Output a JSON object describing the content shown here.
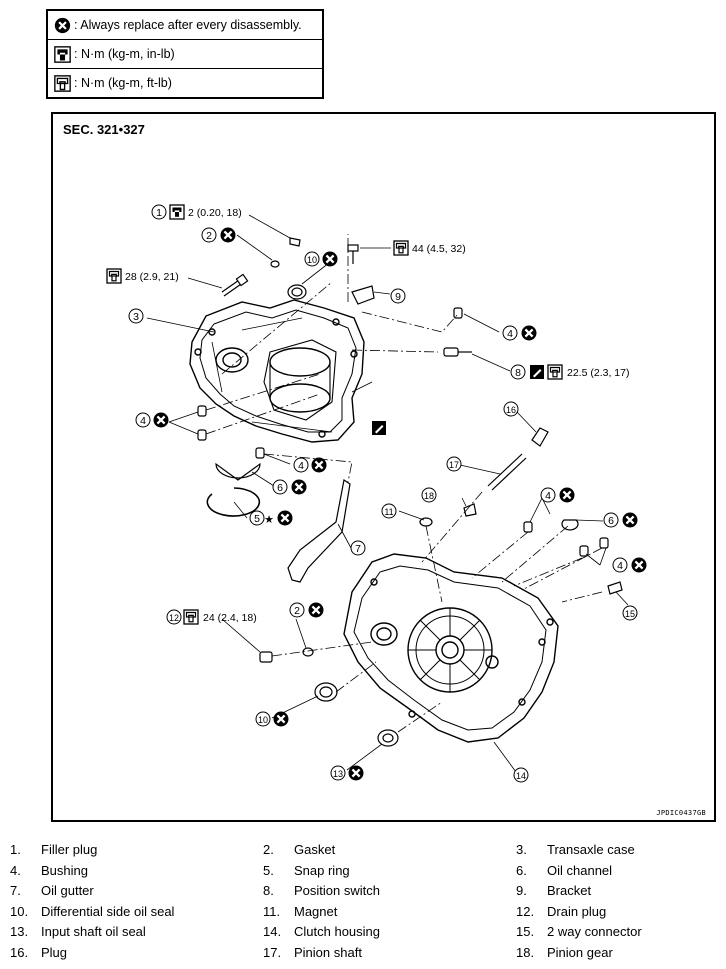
{
  "legend": [
    {
      "icon": "x-circle-icon",
      "text": ": Always replace after every disassembly."
    },
    {
      "icon": "torque-in-lb-icon",
      "text": ": N·m (kg-m, in-lb)"
    },
    {
      "icon": "torque-ft-lb-icon",
      "text": ": N·m (kg-m, ft-lb)"
    }
  ],
  "diagram": {
    "section": "SEC. 321•327",
    "code": "JPDIC0437GB",
    "callouts": {
      "c1": "1",
      "c2a": "2",
      "c2b": "2",
      "c3": "3",
      "c4a": "4",
      "c4b": "4",
      "c4c": "4",
      "c4d": "4",
      "c4e": "4",
      "c5": "5",
      "c6a": "6",
      "c6b": "6",
      "c7": "7",
      "c8": "8",
      "c9": "9",
      "c10a": "10",
      "c10b": "10",
      "c11": "11",
      "c12": "12",
      "c13": "13",
      "c14": "14",
      "c15": "15",
      "c16": "16",
      "c17": "17",
      "c18": "18"
    },
    "torques": {
      "t1": "2 (0.20, 18)",
      "t44": "44 (4.5, 32)",
      "t28": "28 (2.9, 21)",
      "t8": "22.5 (2.3, 17)",
      "t12": "24 (2.4, 18)"
    },
    "star": "★"
  },
  "parts": [
    {
      "num": "1.",
      "name": "Filler plug"
    },
    {
      "num": "2.",
      "name": "Gasket"
    },
    {
      "num": "3.",
      "name": "Transaxle case"
    },
    {
      "num": "4.",
      "name": "Bushing"
    },
    {
      "num": "5.",
      "name": "Snap ring"
    },
    {
      "num": "6.",
      "name": "Oil channel"
    },
    {
      "num": "7.",
      "name": "Oil gutter"
    },
    {
      "num": "8.",
      "name": "Position switch"
    },
    {
      "num": "9.",
      "name": "Bracket"
    },
    {
      "num": "10.",
      "name": "Differential side oil seal"
    },
    {
      "num": "11.",
      "name": "Magnet"
    },
    {
      "num": "12.",
      "name": "Drain plug"
    },
    {
      "num": "13.",
      "name": "Input shaft oil seal"
    },
    {
      "num": "14.",
      "name": "Clutch housing"
    },
    {
      "num": "15.",
      "name": "2 way connector"
    },
    {
      "num": "16.",
      "name": "Plug"
    },
    {
      "num": "17.",
      "name": "Pinion shaft"
    },
    {
      "num": "18.",
      "name": "Pinion gear"
    }
  ]
}
